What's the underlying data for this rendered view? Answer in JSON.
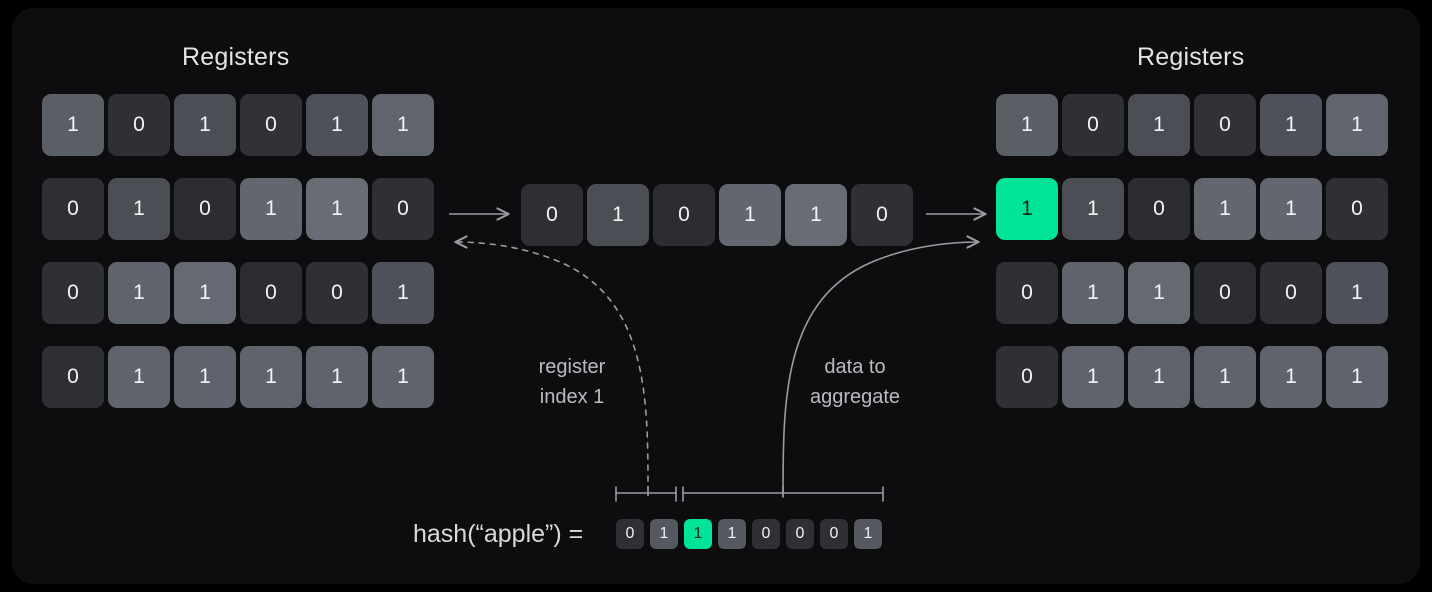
{
  "theme": {
    "background": "#000000",
    "panel": "#0d0d0f",
    "accent": "#00e49a",
    "cell_on": "#5c6067",
    "cell_off": "#2c2e33",
    "text": "#f2f3f4",
    "muted": "#b9bbbe",
    "stroke": "#9a9ca0"
  },
  "left_panel": {
    "title": "Registers",
    "rows": [
      {
        "cells": [
          {
            "value": "1",
            "state": "on",
            "shade": "#5a5e65"
          },
          {
            "value": "0",
            "state": "off",
            "shade": "#2e3035"
          },
          {
            "value": "1",
            "state": "on",
            "shade": "#4b4e55"
          },
          {
            "value": "0",
            "state": "off",
            "shade": "#303237"
          },
          {
            "value": "1",
            "state": "on",
            "shade": "#4e5159"
          },
          {
            "value": "1",
            "state": "on",
            "shade": "#60646c"
          }
        ]
      },
      {
        "cells": [
          {
            "value": "0",
            "state": "off",
            "shade": "#2e3035"
          },
          {
            "value": "1",
            "state": "on",
            "shade": "#4b4e55"
          },
          {
            "value": "0",
            "state": "off",
            "shade": "#2b2d32"
          },
          {
            "value": "1",
            "state": "on",
            "shade": "#62666e"
          },
          {
            "value": "1",
            "state": "on",
            "shade": "#686c74"
          },
          {
            "value": "0",
            "state": "off",
            "shade": "#2e3035"
          }
        ]
      },
      {
        "cells": [
          {
            "value": "0",
            "state": "off",
            "shade": "#2e3035"
          },
          {
            "value": "1",
            "state": "on",
            "shade": "#5f636b"
          },
          {
            "value": "1",
            "state": "on",
            "shade": "#656971"
          },
          {
            "value": "0",
            "state": "off",
            "shade": "#2b2d32"
          },
          {
            "value": "0",
            "state": "off",
            "shade": "#2e3035"
          },
          {
            "value": "1",
            "state": "on",
            "shade": "#4e5159"
          }
        ]
      },
      {
        "cells": [
          {
            "value": "0",
            "state": "off",
            "shade": "#2e3035"
          },
          {
            "value": "1",
            "state": "on",
            "shade": "#5f636b"
          },
          {
            "value": "1",
            "state": "on",
            "shade": "#5f636b"
          },
          {
            "value": "1",
            "state": "on",
            "shade": "#5f636b"
          },
          {
            "value": "1",
            "state": "on",
            "shade": "#5f636b"
          },
          {
            "value": "1",
            "state": "on",
            "shade": "#5f636b"
          }
        ]
      }
    ]
  },
  "middle_register": {
    "cells": [
      {
        "value": "0",
        "state": "off",
        "shade": "#2e3035"
      },
      {
        "value": "1",
        "state": "on",
        "shade": "#4b4e55"
      },
      {
        "value": "0",
        "state": "off",
        "shade": "#2b2d32"
      },
      {
        "value": "1",
        "state": "on",
        "shade": "#62666e"
      },
      {
        "value": "1",
        "state": "on",
        "shade": "#686c74"
      },
      {
        "value": "0",
        "state": "off",
        "shade": "#2e3035"
      }
    ]
  },
  "right_panel": {
    "title": "Registers",
    "rows": [
      {
        "cells": [
          {
            "value": "1",
            "state": "on",
            "shade": "#5a5e65"
          },
          {
            "value": "0",
            "state": "off",
            "shade": "#2e3035"
          },
          {
            "value": "1",
            "state": "on",
            "shade": "#4b4e55"
          },
          {
            "value": "0",
            "state": "off",
            "shade": "#303237"
          },
          {
            "value": "1",
            "state": "on",
            "shade": "#4e5159"
          },
          {
            "value": "1",
            "state": "on",
            "shade": "#60646c"
          }
        ]
      },
      {
        "cells": [
          {
            "value": "1",
            "state": "highlight",
            "shade": "#00e49a"
          },
          {
            "value": "1",
            "state": "on",
            "shade": "#4b4e55"
          },
          {
            "value": "0",
            "state": "off",
            "shade": "#2b2d32"
          },
          {
            "value": "1",
            "state": "on",
            "shade": "#62666e"
          },
          {
            "value": "1",
            "state": "on",
            "shade": "#62666e"
          },
          {
            "value": "0",
            "state": "off",
            "shade": "#2e3035"
          }
        ]
      },
      {
        "cells": [
          {
            "value": "0",
            "state": "off",
            "shade": "#2e3035"
          },
          {
            "value": "1",
            "state": "on",
            "shade": "#5f636b"
          },
          {
            "value": "1",
            "state": "on",
            "shade": "#656971"
          },
          {
            "value": "0",
            "state": "off",
            "shade": "#2b2d32"
          },
          {
            "value": "0",
            "state": "off",
            "shade": "#2e3035"
          },
          {
            "value": "1",
            "state": "on",
            "shade": "#4e5159"
          }
        ]
      },
      {
        "cells": [
          {
            "value": "0",
            "state": "off",
            "shade": "#2e3035"
          },
          {
            "value": "1",
            "state": "on",
            "shade": "#5f636b"
          },
          {
            "value": "1",
            "state": "on",
            "shade": "#5f636b"
          },
          {
            "value": "1",
            "state": "on",
            "shade": "#5f636b"
          },
          {
            "value": "1",
            "state": "on",
            "shade": "#5f636b"
          },
          {
            "value": "1",
            "state": "on",
            "shade": "#5f636b"
          }
        ]
      }
    ]
  },
  "hash": {
    "label": "hash(“apple”) =",
    "bits": [
      {
        "value": "0",
        "state": "off",
        "shade": "#2e3035"
      },
      {
        "value": "1",
        "state": "on",
        "shade": "#55585f"
      },
      {
        "value": "1",
        "state": "highlight",
        "shade": "#00e49a"
      },
      {
        "value": "1",
        "state": "on",
        "shade": "#55585f"
      },
      {
        "value": "0",
        "state": "off",
        "shade": "#2e3035"
      },
      {
        "value": "0",
        "state": "off",
        "shade": "#2e3035"
      },
      {
        "value": "0",
        "state": "off",
        "shade": "#2e3035"
      },
      {
        "value": "1",
        "state": "on",
        "shade": "#55585f"
      }
    ]
  },
  "annotations": {
    "index_label_line1": "register",
    "index_label_line2": "index 1",
    "aggregate_label_line1": "data to",
    "aggregate_label_line2": "aggregate"
  }
}
